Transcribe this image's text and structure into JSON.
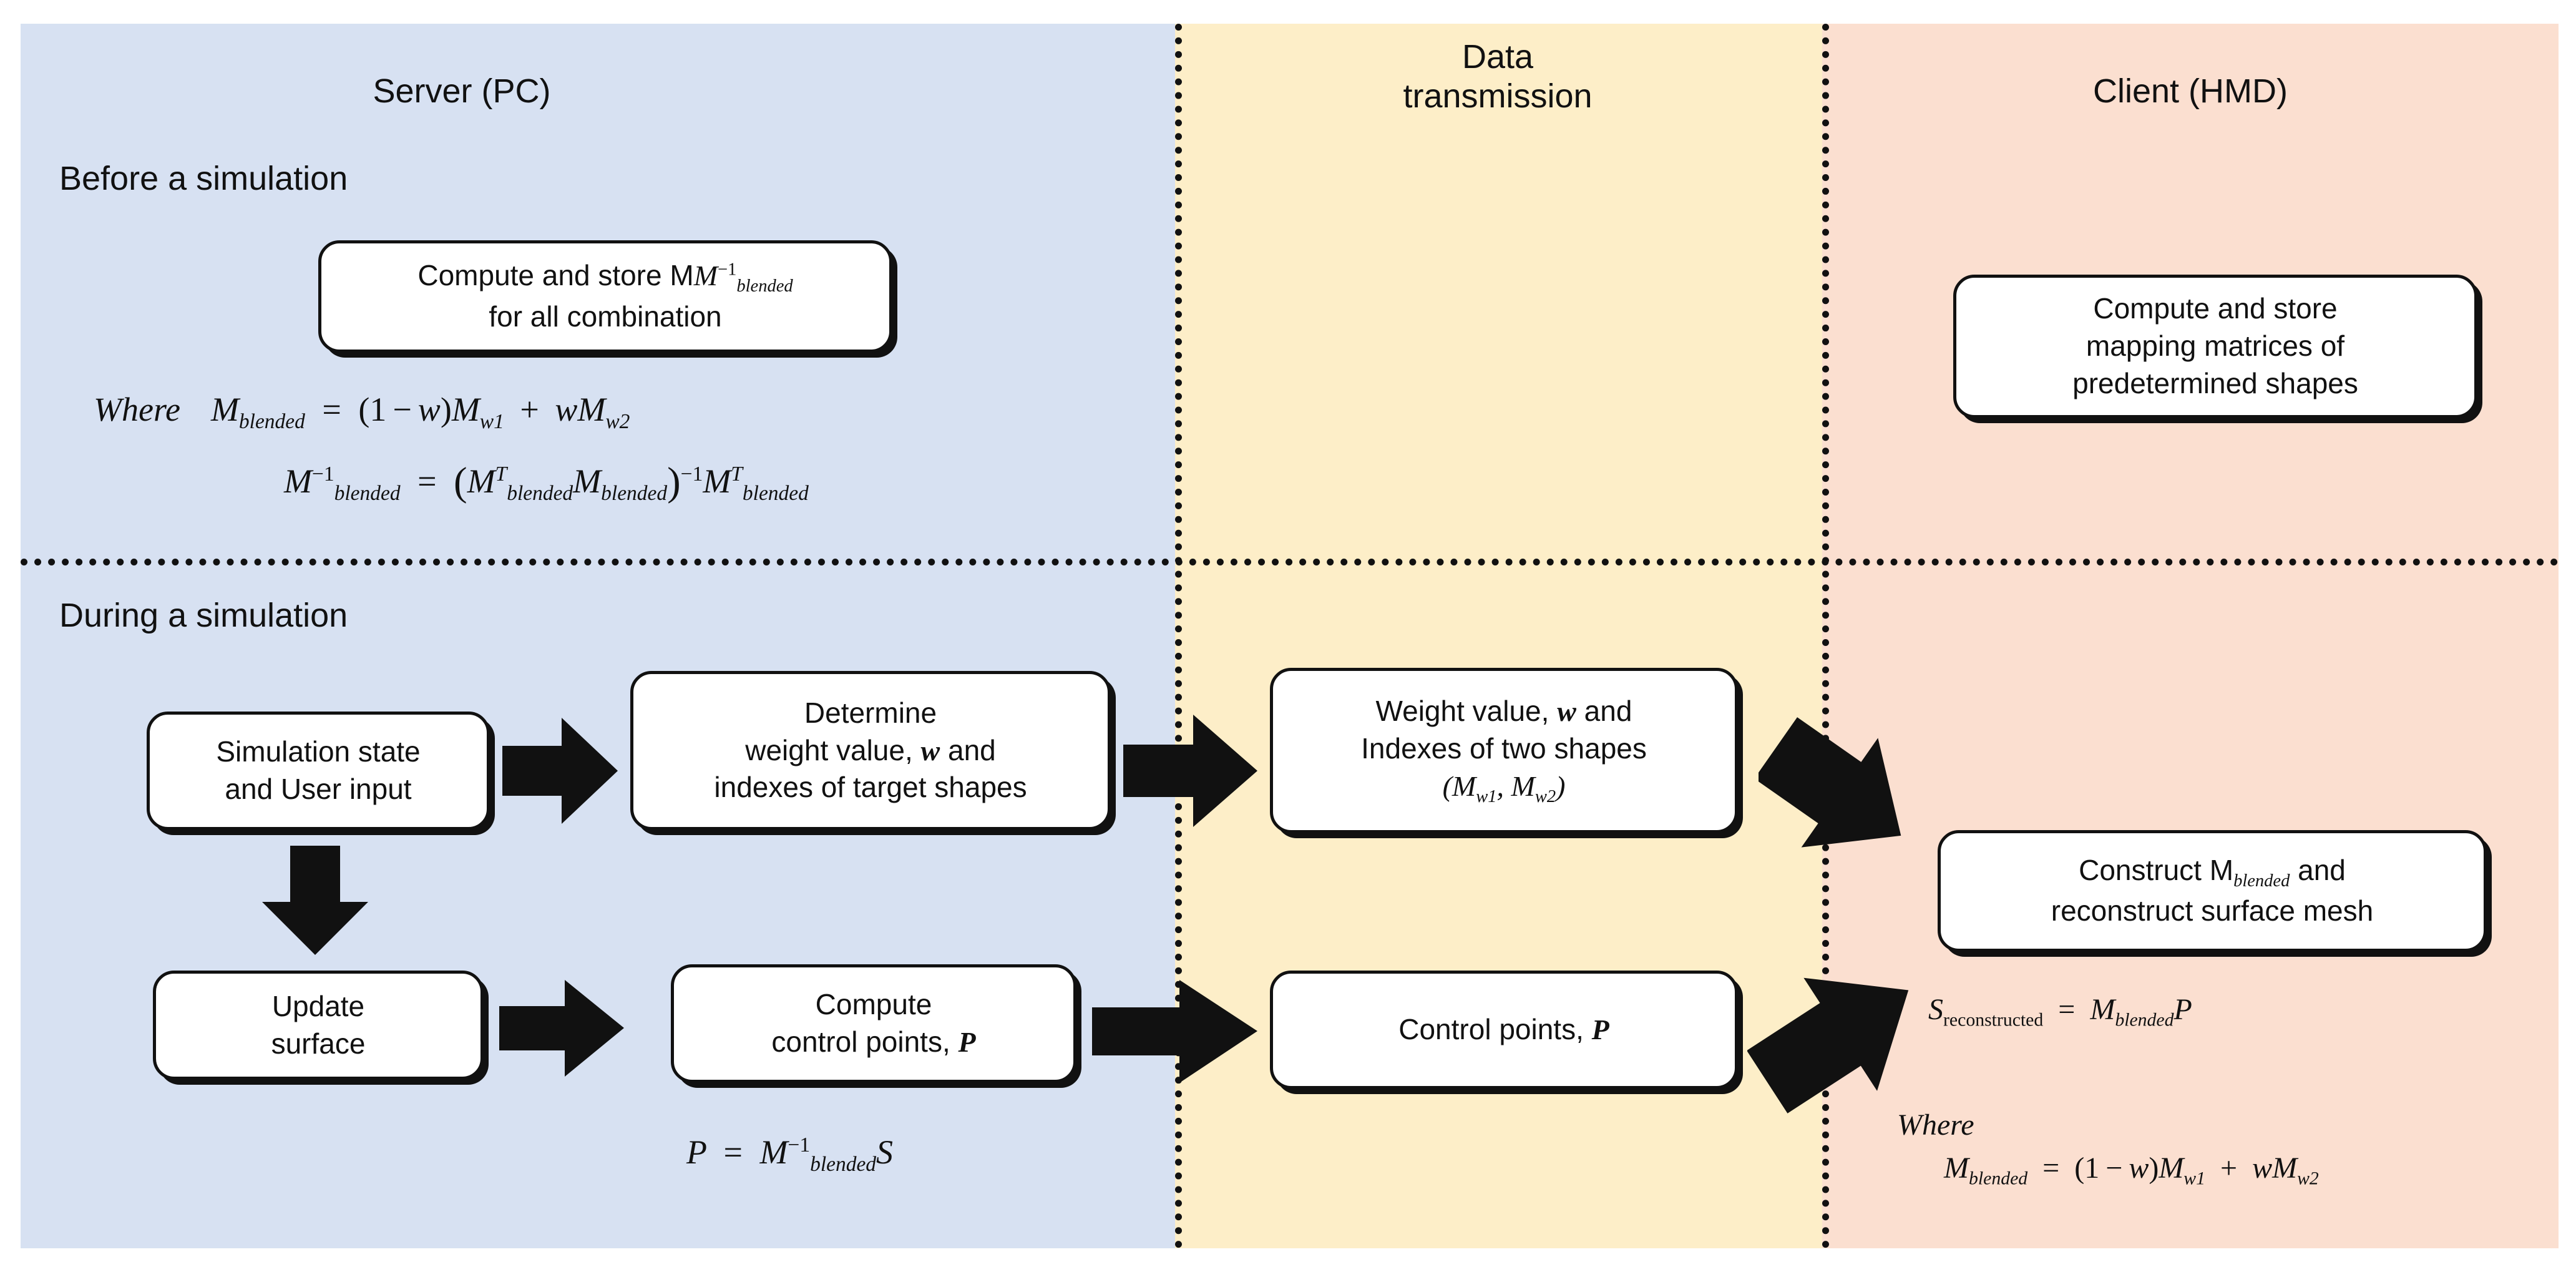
{
  "columns": {
    "server": {
      "title": "Server (PC)",
      "bg": "#d7e1f2"
    },
    "transmission": {
      "title_line1": "Data",
      "title_line2": "transmission",
      "bg": "#fdeec8"
    },
    "client": {
      "title": "Client (HMD)",
      "bg": "#fbdfd0"
    }
  },
  "sections": {
    "before": "Before a simulation",
    "during": "During a simulation"
  },
  "boxes": {
    "precompute": {
      "line1": "Compute and store M",
      "line1_sup": "−1",
      "line1_sub": "blended",
      "line2": "for all combination"
    },
    "client_precompute": {
      "line1": "Compute and store",
      "line2": "mapping matrices of",
      "line3": "predetermined shapes"
    },
    "sim_state": {
      "line1": "Simulation state",
      "line2": "and User input"
    },
    "determine": {
      "line1": "Determine",
      "line2a": "weight value,",
      "line2b": "w",
      "line2c": "and",
      "line3": "indexes of target shapes"
    },
    "weight_idx": {
      "line1a": "Weight value,",
      "line1b": "w",
      "line1c": "and",
      "line2": "Indexes of two shapes",
      "line3_open": "(M",
      "line3_sub1": "w1",
      "line3_mid": ",  M",
      "line3_sub2": "w2",
      "line3_close": ")"
    },
    "update": {
      "line1": "Update",
      "line2": "surface"
    },
    "compute_cp": {
      "line1": "Compute",
      "line2a": "control points,",
      "line2b": "P"
    },
    "control_pts": {
      "line1a": "Control points,",
      "line1b": "P"
    },
    "construct": {
      "line1a": "Construct M",
      "line1_sub": "blended",
      "line1b": "and",
      "line2": "reconstruct surface mesh"
    }
  },
  "equations": {
    "where_keyword": "Where",
    "blended_def": "M_blended = (1 − w)M_w1 + wM_w2",
    "pseudo_inverse": "M_blended^-1 = (M_blended^T M_blended)^-1 M_blended^T",
    "control_points": "P = M_blended^-1 S",
    "reconstruction": "S_reconstructed = M_blended P",
    "tokens": {
      "M": "M",
      "S": "S",
      "P": "P",
      "w": "w",
      "blended": "blended",
      "reconstructed": "reconstructed",
      "T": "T",
      "inv": "−1",
      "one": "1",
      "minus": "−",
      "plus": "+",
      "eq": "=",
      "w1": "w1",
      "w2": "w2",
      "lparen": "(",
      "rparen": ")"
    }
  },
  "arrows": {
    "a1": "arrow-sim-to-determine",
    "a2": "arrow-sim-to-update",
    "a3": "arrow-determine-to-weight",
    "a4": "arrow-weight-to-construct",
    "a5": "arrow-update-to-compute",
    "a6": "arrow-compute-to-control",
    "a7": "arrow-control-to-construct"
  },
  "colors": {
    "server_bg": "#d7e1f2",
    "transmission_bg": "#fdeec8",
    "client_bg": "#fbdfd0",
    "line": "#111111",
    "box_fill": "#ffffff"
  }
}
